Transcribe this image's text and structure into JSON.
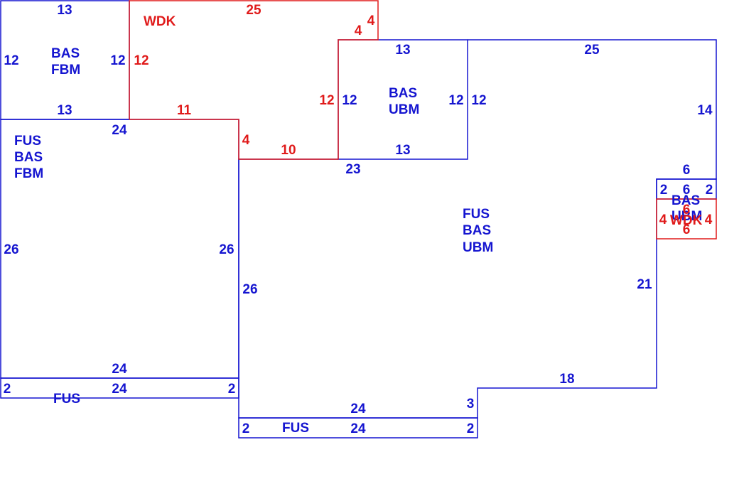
{
  "colors": {
    "blue": "#1515d0",
    "red": "#e01a1a",
    "background": "#ffffff"
  },
  "areas": {
    "upper_left": [
      "BAS",
      "FBM"
    ],
    "left_main": [
      "FUS",
      "BAS",
      "FBM"
    ],
    "upper_mid": [
      "BAS",
      "UBM"
    ],
    "center_main": [
      "FUS",
      "BAS",
      "UBM"
    ],
    "left_strip": "FUS",
    "bottom_strip": "FUS",
    "wood_deck": "WDK",
    "right_bump": [
      "BAS",
      "UBM"
    ],
    "right_deck": "WDK"
  },
  "dimensions": {
    "ul_top": "13",
    "ul_left": "12",
    "ul_right": "12",
    "ul_bottom": "13",
    "wdk_top": "25",
    "wdk_left": "12",
    "wdk_step_r": "4",
    "wdk_step_t": "4",
    "wdk_mid_left": "12",
    "wdk_bottom_a": "11",
    "wdk_step_v": "4",
    "wdk_bottom_b": "10",
    "um_top": "13",
    "um_left": "12",
    "um_right_in": "12",
    "um_right_out": "12",
    "um_bottom": "13",
    "big_top": "25",
    "big_right": "14",
    "lm_top": "24",
    "lm_left": "26",
    "lm_right": "26",
    "lm_bottom": "24",
    "ls_left": "2",
    "ls_right": "2",
    "ls_bottom": "24",
    "cm_top": "23",
    "cm_left": "26",
    "rb_top": "6",
    "rb_left": "2",
    "rb_inner": "6",
    "rb_right": "2",
    "rd_inner_top": "6",
    "rd_left": "4",
    "rd_right": "4",
    "rd_bottom": "6",
    "cm_right_lower": "21",
    "cm_bottom_right": "18",
    "cm_step": "3",
    "bs_top": "24",
    "bs_left": "2",
    "bs_bottom": "24",
    "bs_right": "2"
  }
}
